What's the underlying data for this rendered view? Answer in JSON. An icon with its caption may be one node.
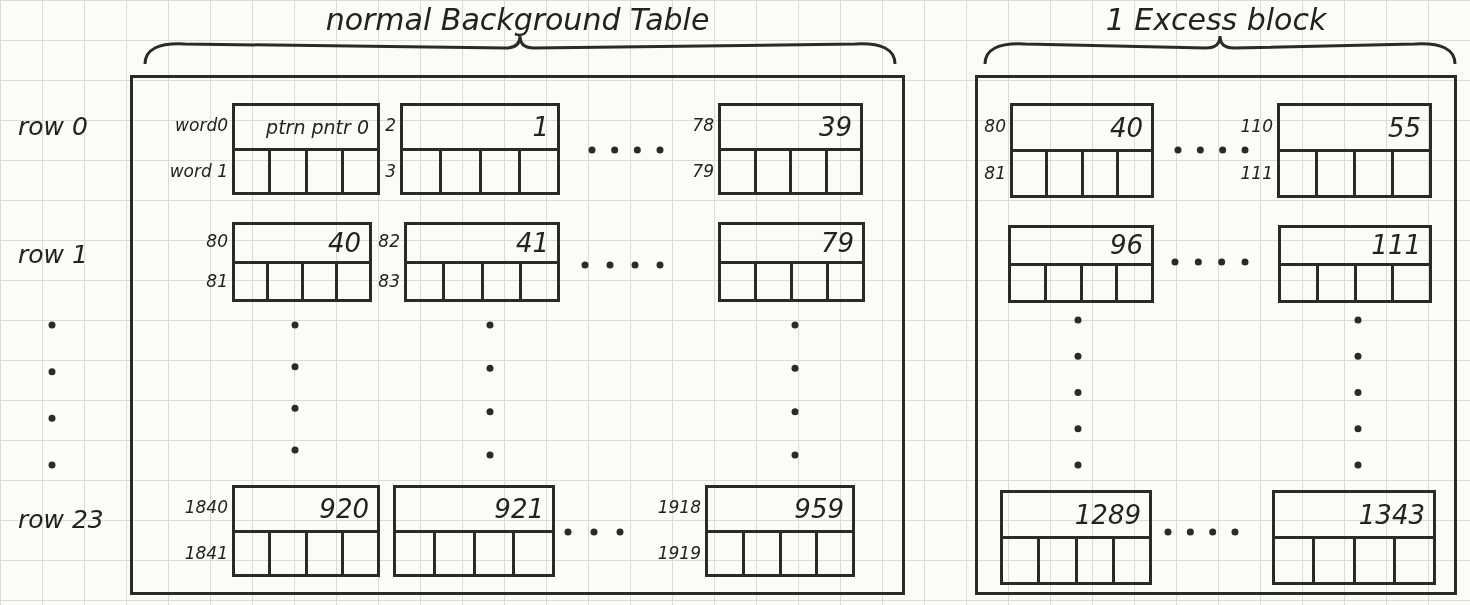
{
  "diagram": {
    "nodes": [
      {
        "text": [
          "normal Background Table"
        ]
      },
      {
        "text": [
          "ptrn pntr 0"
        ],
        "in": 0,
        "beside": [
          "word0",
          "word 1"
        ]
      },
      {
        "text": [
          "1"
        ],
        "in": 0,
        "beside": [
          "2",
          "3"
        ]
      },
      {
        "text": [
          "39"
        ],
        "in": 0,
        "beside": [
          "78",
          "79"
        ]
      },
      {
        "text": [
          "40"
        ],
        "in": 0,
        "beside": [
          "80",
          "81"
        ]
      },
      {
        "text": [
          "41"
        ],
        "in": 0,
        "beside": [
          "82",
          "83"
        ]
      },
      {
        "text": [
          "79"
        ],
        "in": 0
      },
      {
        "text": [
          "920"
        ],
        "in": 0,
        "beside": [
          "1840",
          "1841"
        ]
      },
      {
        "text": [
          "921"
        ],
        "in": 0
      },
      {
        "text": [
          "959"
        ],
        "in": 0,
        "beside": [
          "1918",
          "1919"
        ]
      },
      {
        "text": [
          "1 Excess block"
        ]
      },
      {
        "text": [
          "40"
        ],
        "in": 10,
        "beside": [
          "80",
          "81"
        ]
      },
      {
        "text": [
          "55"
        ],
        "in": 10,
        "beside": [
          "110",
          "111"
        ]
      },
      {
        "text": [
          "96"
        ],
        "in": 10
      },
      {
        "text": [
          "111"
        ],
        "in": 10
      },
      {
        "text": [
          "1289"
        ],
        "in": 10
      },
      {
        "text": [
          "1343"
        ],
        "in": 10
      }
    ],
    "labels": [
      "row 0",
      "row 1",
      "row 23"
    ]
  }
}
